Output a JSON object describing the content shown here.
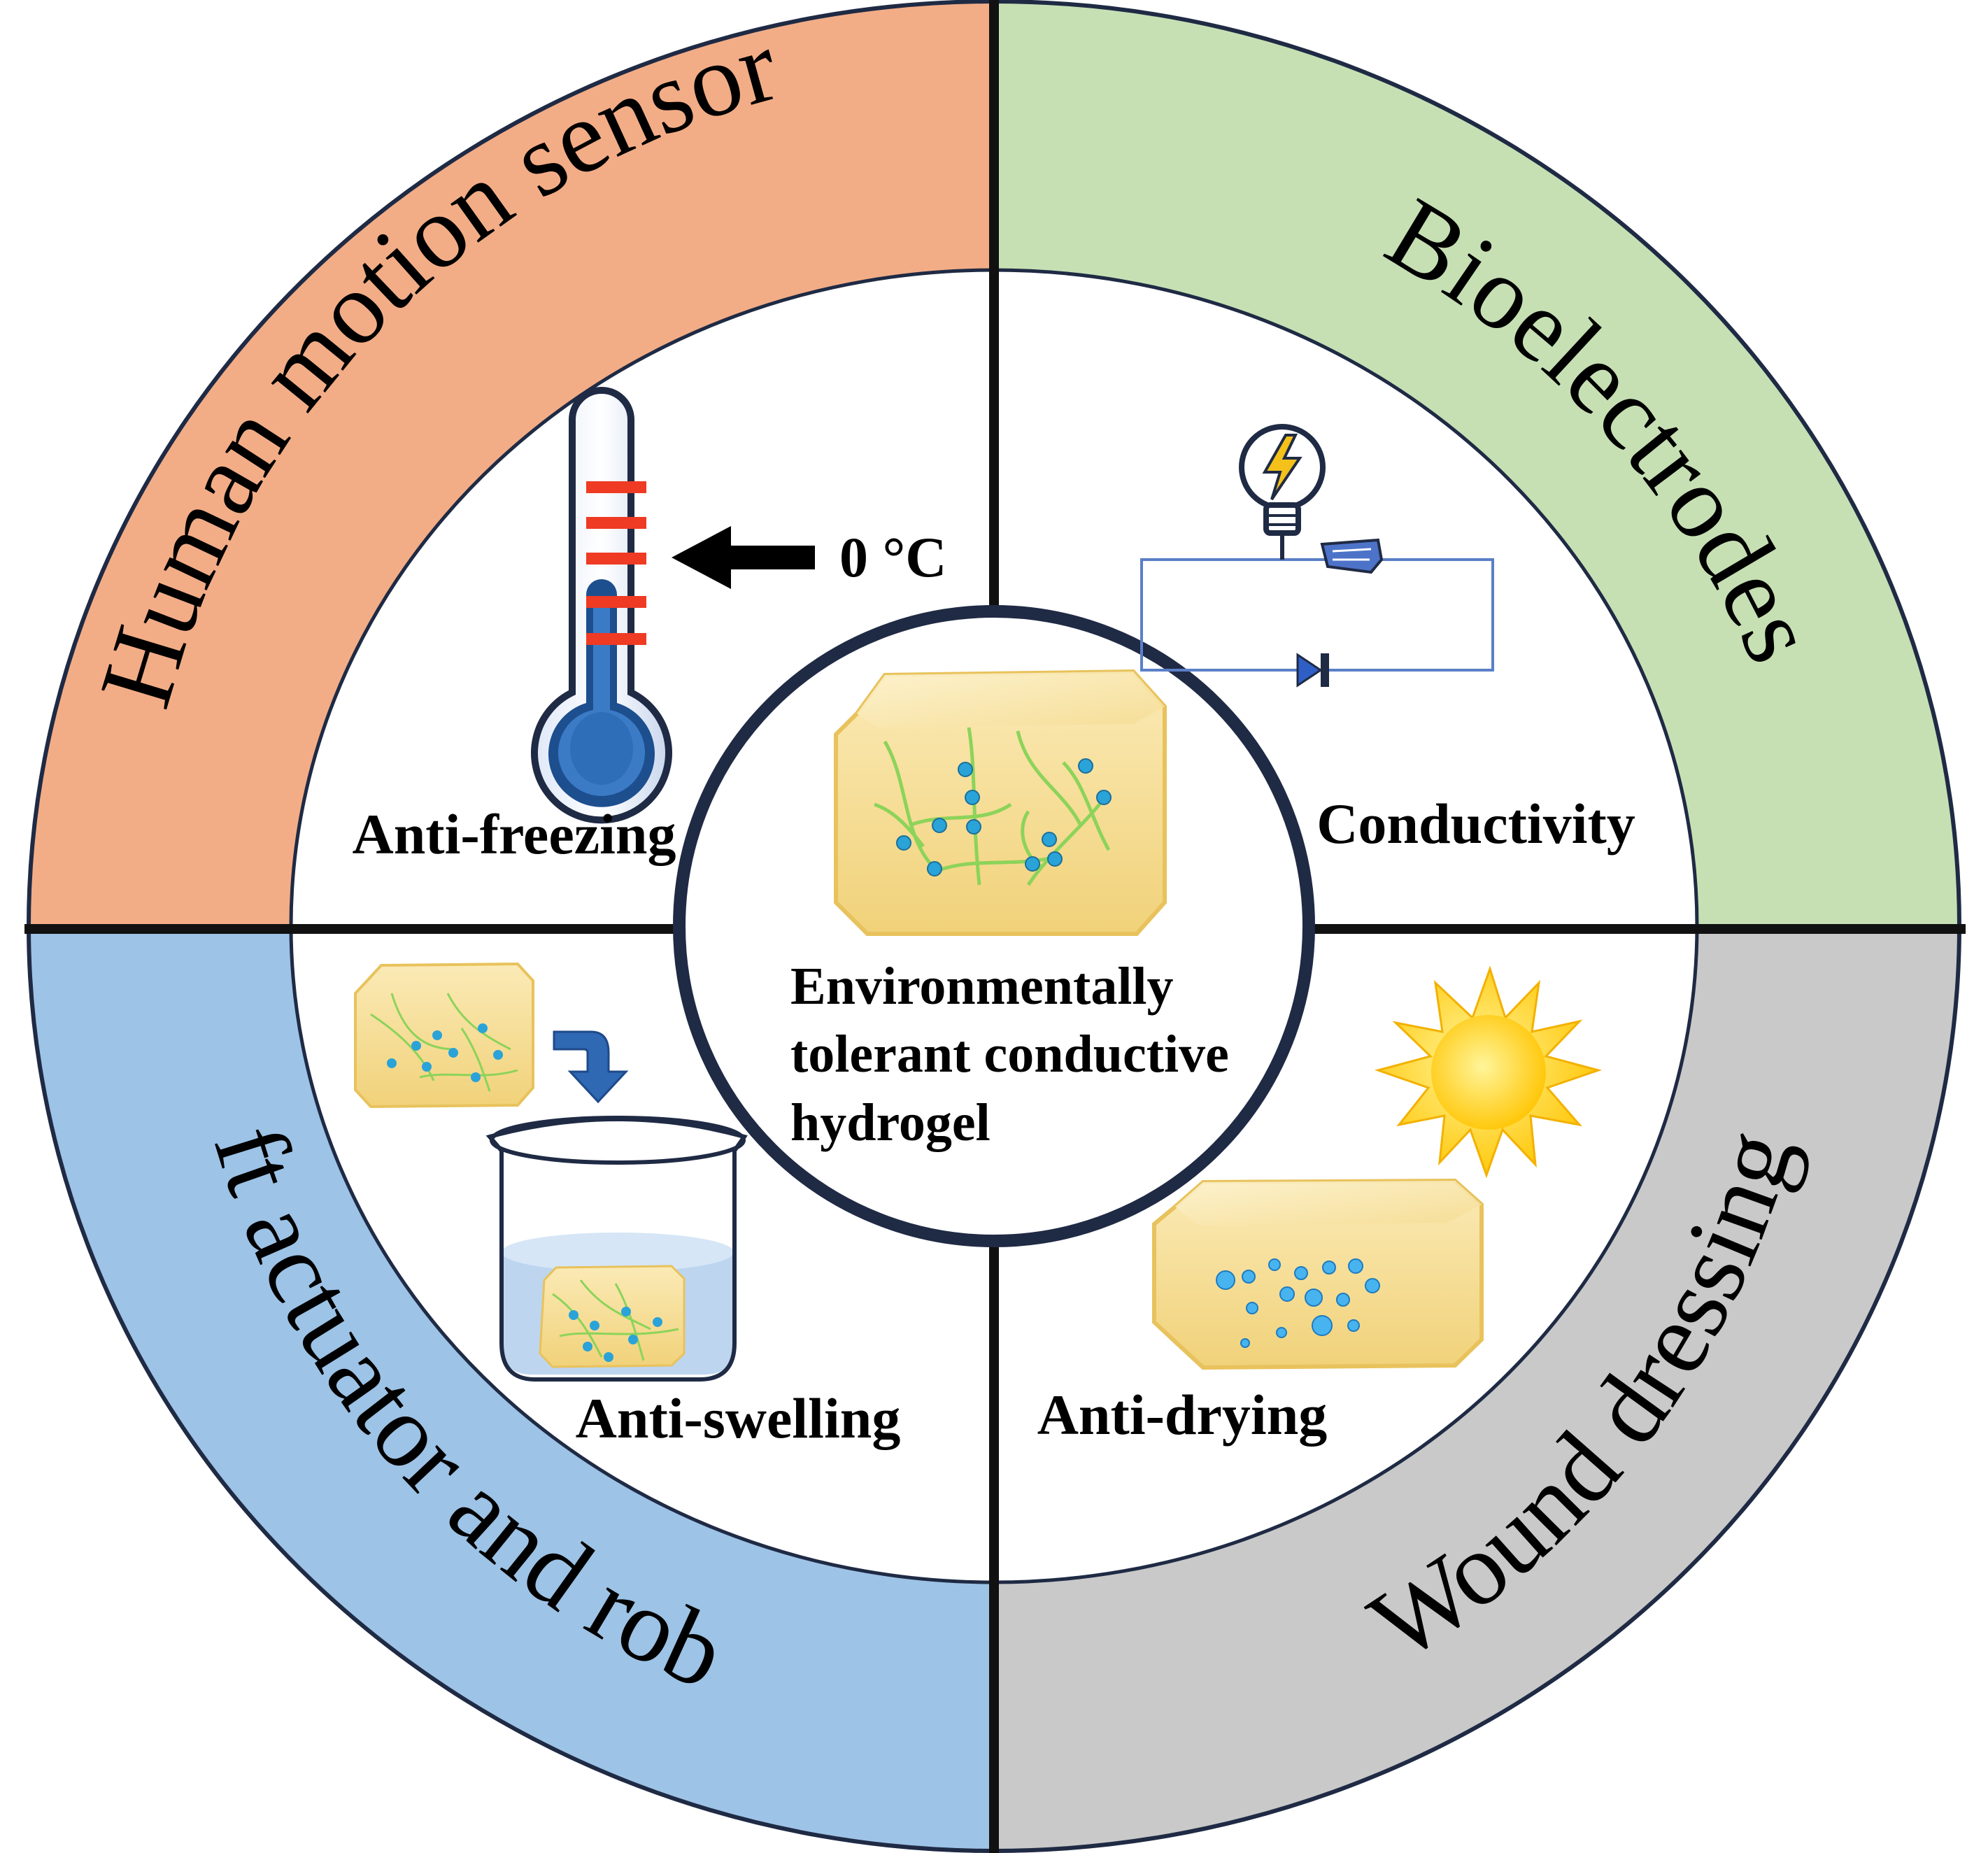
{
  "center": {
    "lines": [
      "Environmentally",
      "tolerant conductive",
      "hydrogel"
    ]
  },
  "applications": {
    "top_left": "Human motion sensor",
    "top_right": "Bioelectrodes",
    "bottom_left": "Soft actuator and robots",
    "bottom_right": "Wound dressing"
  },
  "properties": {
    "top_left": "Anti-freezing",
    "top_right": "Conductivity",
    "bottom_left": "Anti-swelling",
    "bottom_right": "Anti-drying"
  },
  "thermometer": {
    "marker_label": "0 °C"
  },
  "colors": {
    "human_motion_sensor": "#f2ad87",
    "bioelectrodes": "#c6e0b4",
    "soft_actuator": "#9dc3e6",
    "wound_dressing": "#c9c9c9",
    "outline": "#1f2a44",
    "hydrogel": "#f6df97",
    "network": "#8cd35a",
    "node": "#2aa3d8",
    "sun": "#ffcc00"
  },
  "icons": [
    "thermometer-icon",
    "arrow-left-icon",
    "light-bulb-icon",
    "circuit-icon",
    "diode-icon",
    "hydrogel-cube-icon",
    "curved-arrow-icon",
    "beaker-icon",
    "sun-icon",
    "water-droplets-icon"
  ]
}
